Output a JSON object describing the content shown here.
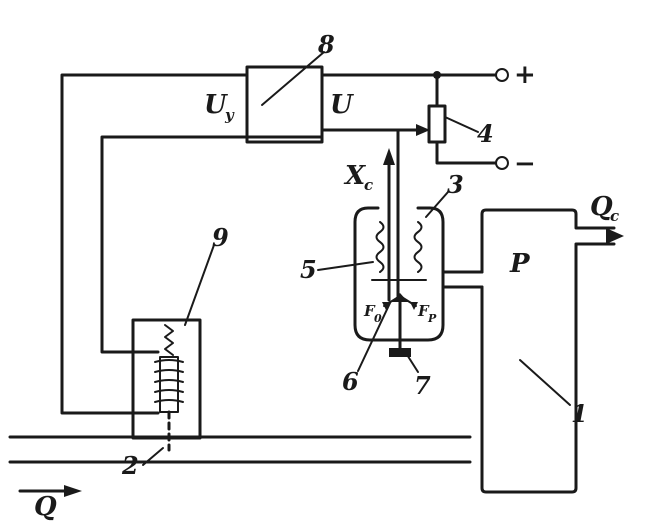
{
  "diagram": {
    "labels": {
      "n1": "1",
      "n2": "2",
      "n3": "3",
      "n4": "4",
      "n5": "5",
      "n6": "6",
      "n7": "7",
      "n8": "8",
      "n9": "9",
      "u_y": "U",
      "u_y_sub": "y",
      "u": "U",
      "plus": "+",
      "minus": "−",
      "x": "X",
      "x_sub": "c",
      "p": "P",
      "q_out": "Q",
      "q_out_sub": "c",
      "q_in": "Q",
      "f0": "F",
      "f0_sub": "0",
      "fp": "F",
      "fp_sub": "P"
    }
  }
}
